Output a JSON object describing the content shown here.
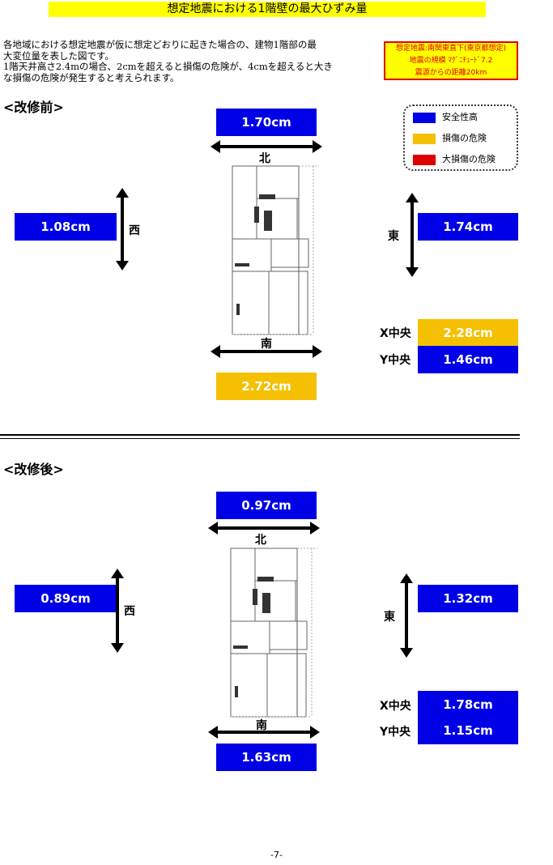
{
  "title": "想定地震における1階壁の最大ひずみ量",
  "description": [
    "各地域における想定地震が仮に想定どおりに起きた場合の、建物1階部の最",
    "大変位量を表した図です。",
    "1階天井高さ2.4mの場合、2cmを超えると損傷の危険が、4cmを超えると大き",
    "な損傷の危険が発生すると考えられます。"
  ],
  "scenario": {
    "line1": "想定地震:南関東直下(東京都想定)",
    "line2": "地震の規模 ﾏｸﾞﾆﾁｭｰﾄﾞ7.2",
    "line3": "震源からの距離20km"
  },
  "legend": [
    {
      "label": "安全性高",
      "color": "#0000e6"
    },
    {
      "label": "損傷の危険",
      "color": "#f5c000"
    },
    {
      "label": "大損傷の危険",
      "color": "#e00000"
    }
  ],
  "directions": {
    "north": "北",
    "south": "南",
    "west": "西",
    "east": "東"
  },
  "before": {
    "heading": "<改修前>",
    "north": "1.70cm",
    "west": "1.08cm",
    "east": "1.74cm",
    "south": "2.72cm",
    "x_center_label": "X中央",
    "x_center": "2.28cm",
    "y_center_label": "Y中央",
    "y_center": "1.46cm"
  },
  "after": {
    "heading": "<改修後>",
    "north": "0.97cm",
    "west": "0.89cm",
    "east": "1.32cm",
    "south": "1.63cm",
    "x_center_label": "X中央",
    "x_center": "1.78cm",
    "y_center_label": "Y中央",
    "y_center": "1.15cm"
  },
  "page_number": "-7-"
}
